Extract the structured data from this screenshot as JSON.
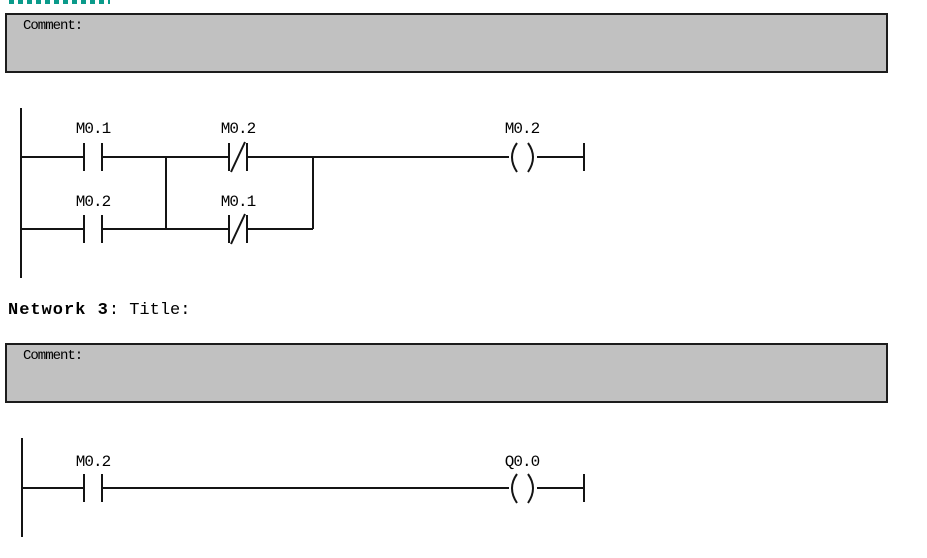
{
  "editor": {
    "marker_color": "#0a9a8a",
    "comment_fill": "#c1c1c1",
    "comment_border": "#1c1c1c",
    "wire_color": "#141414"
  },
  "net2": {
    "comment": "Comment:",
    "rung1": {
      "contact1": "M0.1",
      "contact2": "M0.2",
      "coil": "M0.2"
    },
    "rung2": {
      "contact1": "M0.2",
      "contact2": "M0.1"
    }
  },
  "net3": {
    "header_bold": "Network 3",
    "header_rest": ": Title:",
    "comment": "Comment:",
    "rung": {
      "contact1": "M0.2",
      "coil": "Q0.0"
    }
  }
}
